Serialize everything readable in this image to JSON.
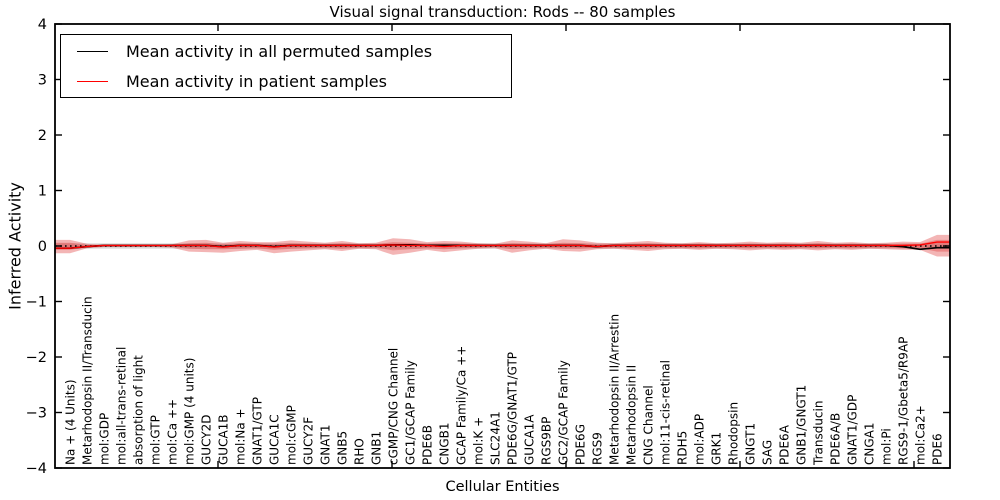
{
  "title": "Visual signal transduction: Rods -- 80 samples",
  "axes": {
    "ylabel": "Inferred Activity",
    "xlabel": "Cellular Entities"
  },
  "legend": {
    "items": [
      {
        "label": "Mean activity in all permuted samples",
        "color": "#000000"
      },
      {
        "label": "Mean activity in patient samples",
        "color": "#ff0000"
      }
    ]
  },
  "chart_data": {
    "type": "line",
    "title": "Visual signal transduction: Rods -- 80 samples",
    "xlabel": "Cellular Entities",
    "ylabel": "Inferred Activity",
    "ylim": [
      -4,
      4
    ],
    "yticks": [
      -4,
      -3,
      -2,
      -1,
      0,
      1,
      2,
      3,
      4
    ],
    "grid": false,
    "legend_position": "upper left",
    "categories": [
      "Na + (4 Units)",
      "Metarhodopsin II/Transducin",
      "mol:GDP",
      "mol:all-trans-retinal",
      "absorption of light",
      "mol:GTP",
      "mol:Ca ++",
      "mol:GMP (4 units)",
      "GUCY2D",
      "GUCA1B",
      "mol:Na +",
      "GNAT1/GTP",
      "GUCA1C",
      "mol:cGMP",
      "GUCY2F",
      "GNAT1",
      "GNB5",
      "RHO",
      "GNB1",
      "cGMP/CNG Channel",
      "GC1/GCAP Family",
      "PDE6B",
      "CNGB1",
      "GCAP Family/Ca ++",
      "mol:K +",
      "SLC24A1",
      "PDE6G/GNAT1/GTP",
      "GUCA1A",
      "RGS9BP",
      "GC2/GCAP Family",
      "PDE6G",
      "RGS9",
      "Metarhodopsin II/Arrestin",
      "Metarhodopsin II",
      "CNG Channel",
      "mol:11-cis-retinal",
      "RDH5",
      "mol:ADP",
      "GRK1",
      "Rhodopsin",
      "GNGT1",
      "SAG",
      "PDE6A",
      "GNB1/GNGT1",
      "Transducin",
      "PDE6A/B",
      "GNAT1/GDP",
      "CNGA1",
      "mol:Pi",
      "RGS9-1/Gbeta5/R9AP",
      "mol:Ca2+",
      "PDE6"
    ],
    "series": [
      {
        "name": "Mean activity in all permuted samples",
        "color": "#000000",
        "style": "solid",
        "values": [
          -0.04,
          -0.01,
          0.01,
          0.01,
          0.01,
          0.01,
          0.01,
          0.01,
          0.01,
          -0.01,
          0.01,
          0.01,
          -0.01,
          0.01,
          0.01,
          0.01,
          0.01,
          0.01,
          0.01,
          0.02,
          0.02,
          0.01,
          0.01,
          0.01,
          0.01,
          0.01,
          0.01,
          0.01,
          0.01,
          0.01,
          0.01,
          -0.01,
          0.01,
          0.01,
          0.01,
          0.01,
          0.01,
          0.01,
          0.01,
          0.01,
          0.01,
          0.01,
          0.01,
          0.01,
          0.01,
          0.01,
          0.01,
          0.01,
          0.01,
          -0.01,
          -0.06,
          -0.03
        ]
      },
      {
        "name": "Mean activity in patient samples",
        "color": "#ff0000",
        "style": "solid",
        "values": [
          -0.04,
          -0.01,
          0.01,
          0.01,
          0.01,
          0.01,
          0.01,
          0.01,
          0.01,
          -0.02,
          0.01,
          0.01,
          -0.02,
          0.01,
          0.01,
          0.01,
          0.01,
          0.01,
          0.01,
          0.02,
          0.01,
          0.01,
          -0.01,
          0.01,
          0.01,
          0.01,
          0.01,
          0.01,
          0.01,
          0.01,
          0.01,
          -0.01,
          0.01,
          0.01,
          0.01,
          0.01,
          0.01,
          0.01,
          0.01,
          0.01,
          0.01,
          0.01,
          0.01,
          0.01,
          0.01,
          0.01,
          0.01,
          0.01,
          0.01,
          0.01,
          0.02,
          0.07
        ]
      }
    ],
    "bands": [
      {
        "name": "permuted-samples-std",
        "color": "#888888",
        "opacity": 0.28,
        "constant_halfwidth": 0.05
      },
      {
        "name": "patient-samples-outer-band",
        "color": "#e03c3c",
        "opacity": 0.38,
        "upper": [
          0.11,
          0.04,
          0.02,
          0.02,
          0.02,
          0.02,
          0.03,
          0.1,
          0.11,
          0.06,
          0.09,
          0.07,
          0.07,
          0.1,
          0.08,
          0.06,
          0.09,
          0.05,
          0.06,
          0.14,
          0.12,
          0.07,
          0.09,
          0.08,
          0.05,
          0.04,
          0.1,
          0.08,
          0.05,
          0.12,
          0.1,
          0.06,
          0.05,
          0.07,
          0.09,
          0.06,
          0.05,
          0.07,
          0.05,
          0.06,
          0.08,
          0.06,
          0.07,
          0.06,
          0.09,
          0.06,
          0.07,
          0.05,
          0.06,
          0.08,
          0.07,
          0.2
        ],
        "lower": [
          0.13,
          0.04,
          0.02,
          0.02,
          0.02,
          0.02,
          0.03,
          0.1,
          0.11,
          0.12,
          0.09,
          0.07,
          0.13,
          0.1,
          0.08,
          0.06,
          0.09,
          0.05,
          0.06,
          0.16,
          0.12,
          0.07,
          0.11,
          0.08,
          0.05,
          0.04,
          0.12,
          0.08,
          0.05,
          0.09,
          0.1,
          0.06,
          0.05,
          0.07,
          0.09,
          0.06,
          0.05,
          0.07,
          0.05,
          0.06,
          0.08,
          0.06,
          0.07,
          0.06,
          0.08,
          0.06,
          0.07,
          0.05,
          0.06,
          0.07,
          0.07,
          0.19
        ]
      },
      {
        "name": "patient-samples-inner-band",
        "color": "#e03c3c",
        "opacity": 0.38,
        "upper": [
          0.06,
          0.02,
          0.01,
          0.01,
          0.01,
          0.01,
          0.015,
          0.05,
          0.06,
          0.03,
          0.05,
          0.04,
          0.04,
          0.05,
          0.04,
          0.03,
          0.05,
          0.03,
          0.03,
          0.07,
          0.06,
          0.04,
          0.05,
          0.04,
          0.03,
          0.02,
          0.05,
          0.04,
          0.03,
          0.06,
          0.05,
          0.03,
          0.03,
          0.04,
          0.05,
          0.03,
          0.03,
          0.04,
          0.03,
          0.03,
          0.04,
          0.03,
          0.04,
          0.03,
          0.05,
          0.03,
          0.04,
          0.03,
          0.03,
          0.04,
          0.04,
          0.11
        ],
        "lower": [
          0.07,
          0.02,
          0.01,
          0.01,
          0.01,
          0.01,
          0.015,
          0.05,
          0.06,
          0.06,
          0.05,
          0.04,
          0.07,
          0.05,
          0.04,
          0.03,
          0.05,
          0.03,
          0.03,
          0.08,
          0.06,
          0.04,
          0.06,
          0.04,
          0.03,
          0.02,
          0.06,
          0.04,
          0.03,
          0.05,
          0.05,
          0.03,
          0.03,
          0.04,
          0.05,
          0.03,
          0.03,
          0.04,
          0.03,
          0.03,
          0.04,
          0.03,
          0.04,
          0.03,
          0.04,
          0.03,
          0.04,
          0.03,
          0.03,
          0.04,
          0.04,
          0.1
        ]
      }
    ],
    "zero_line": {
      "y": 0,
      "style": "dotted",
      "color": "#000000"
    }
  }
}
